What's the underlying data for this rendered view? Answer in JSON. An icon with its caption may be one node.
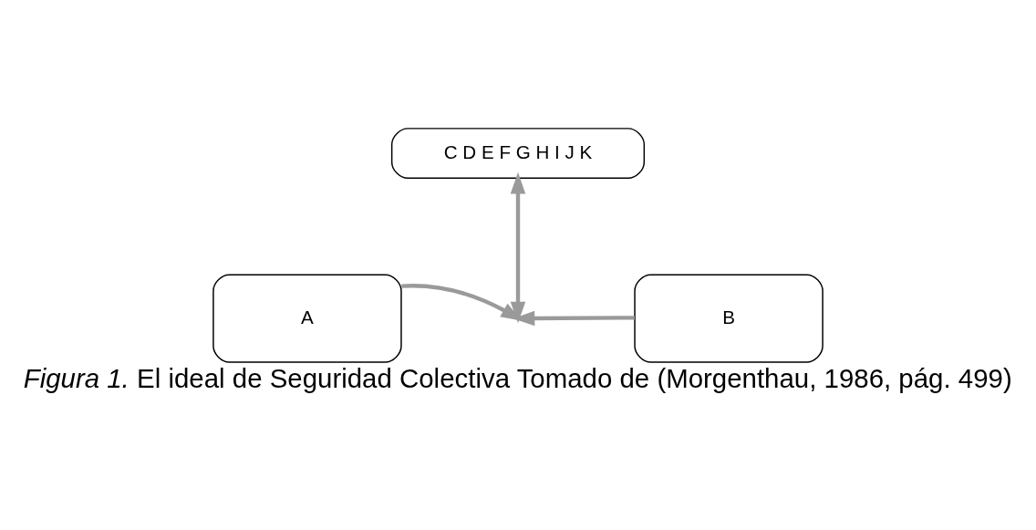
{
  "diagram": {
    "caption": "*Figura 1.* El ideal de Seguridad Colectiva Tomado de (Morgenthau, 1986, pág. 499)",
    "nodes": [
      {
        "text": [
          "C D E F G H I J K"
        ]
      },
      {
        "text": [
          "A"
        ]
      },
      {
        "text": [
          "B"
        ]
      }
    ],
    "edges": [
      {
        "from": 0,
        "to": null,
        "arrow": "both"
      },
      {
        "from": 1,
        "to": null,
        "arrow": "to"
      },
      {
        "from": 2,
        "to": null,
        "arrow": "to"
      }
    ]
  }
}
